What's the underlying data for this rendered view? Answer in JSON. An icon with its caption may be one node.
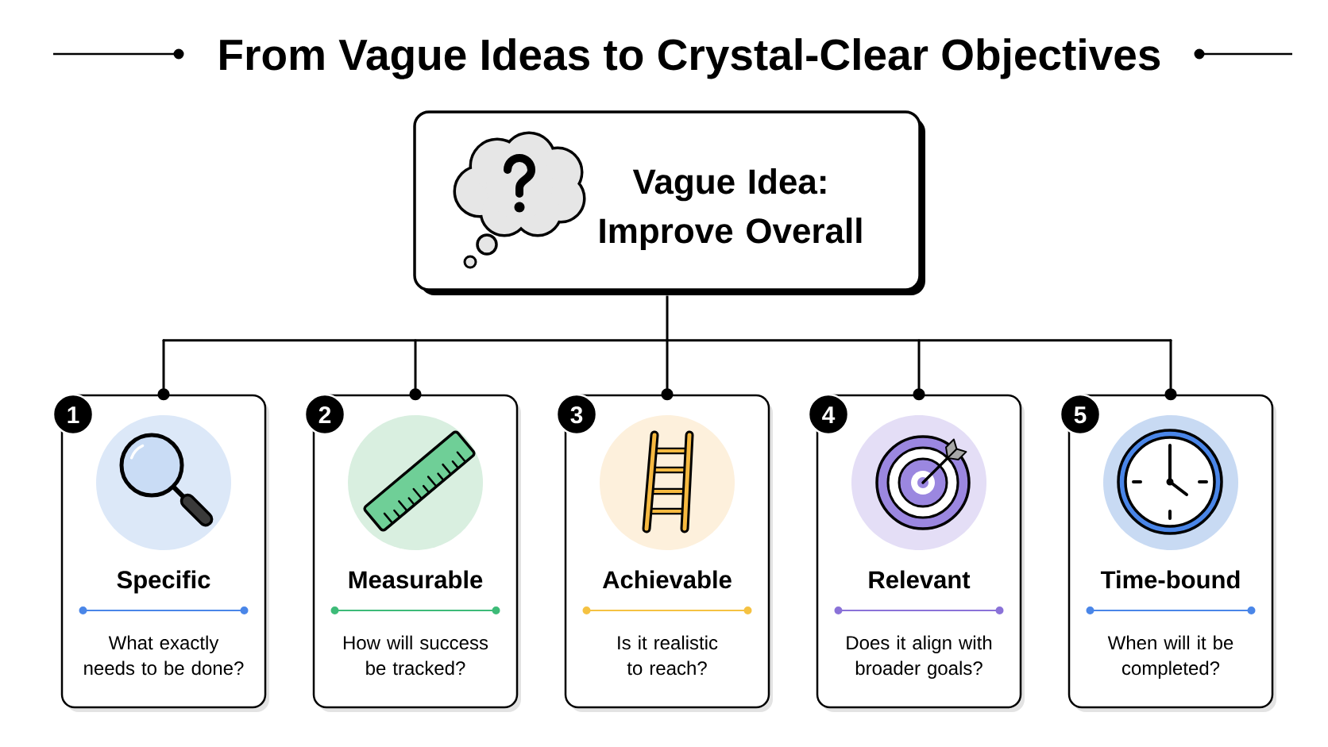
{
  "diagram": {
    "title": "From Vague Ideas to Crystal-Clear Objectives",
    "nodes": [
      {
        "text": [
          "Vague Idea: Improve Overall"
        ]
      },
      {
        "text": [
          "1",
          "Specific",
          "What exactly needs to be done?"
        ]
      },
      {
        "text": [
          "2",
          "Measurable",
          "How will success be tracked?"
        ]
      },
      {
        "text": [
          "3",
          "Achievable",
          "Is it realistic to reach?"
        ]
      },
      {
        "text": [
          "4",
          "Relevant",
          "Does it align with broader goals?"
        ]
      },
      {
        "text": [
          "5",
          "Time-bound",
          "When will it be completed?"
        ]
      }
    ],
    "edges": [
      {
        "from": 0,
        "to": 1,
        "arrow": "other"
      },
      {
        "from": 0,
        "to": 2,
        "arrow": "other"
      },
      {
        "from": 0,
        "to": 3,
        "arrow": "other"
      },
      {
        "from": 0,
        "to": 4,
        "arrow": "other"
      },
      {
        "from": 0,
        "to": 5,
        "arrow": "other"
      }
    ]
  }
}
